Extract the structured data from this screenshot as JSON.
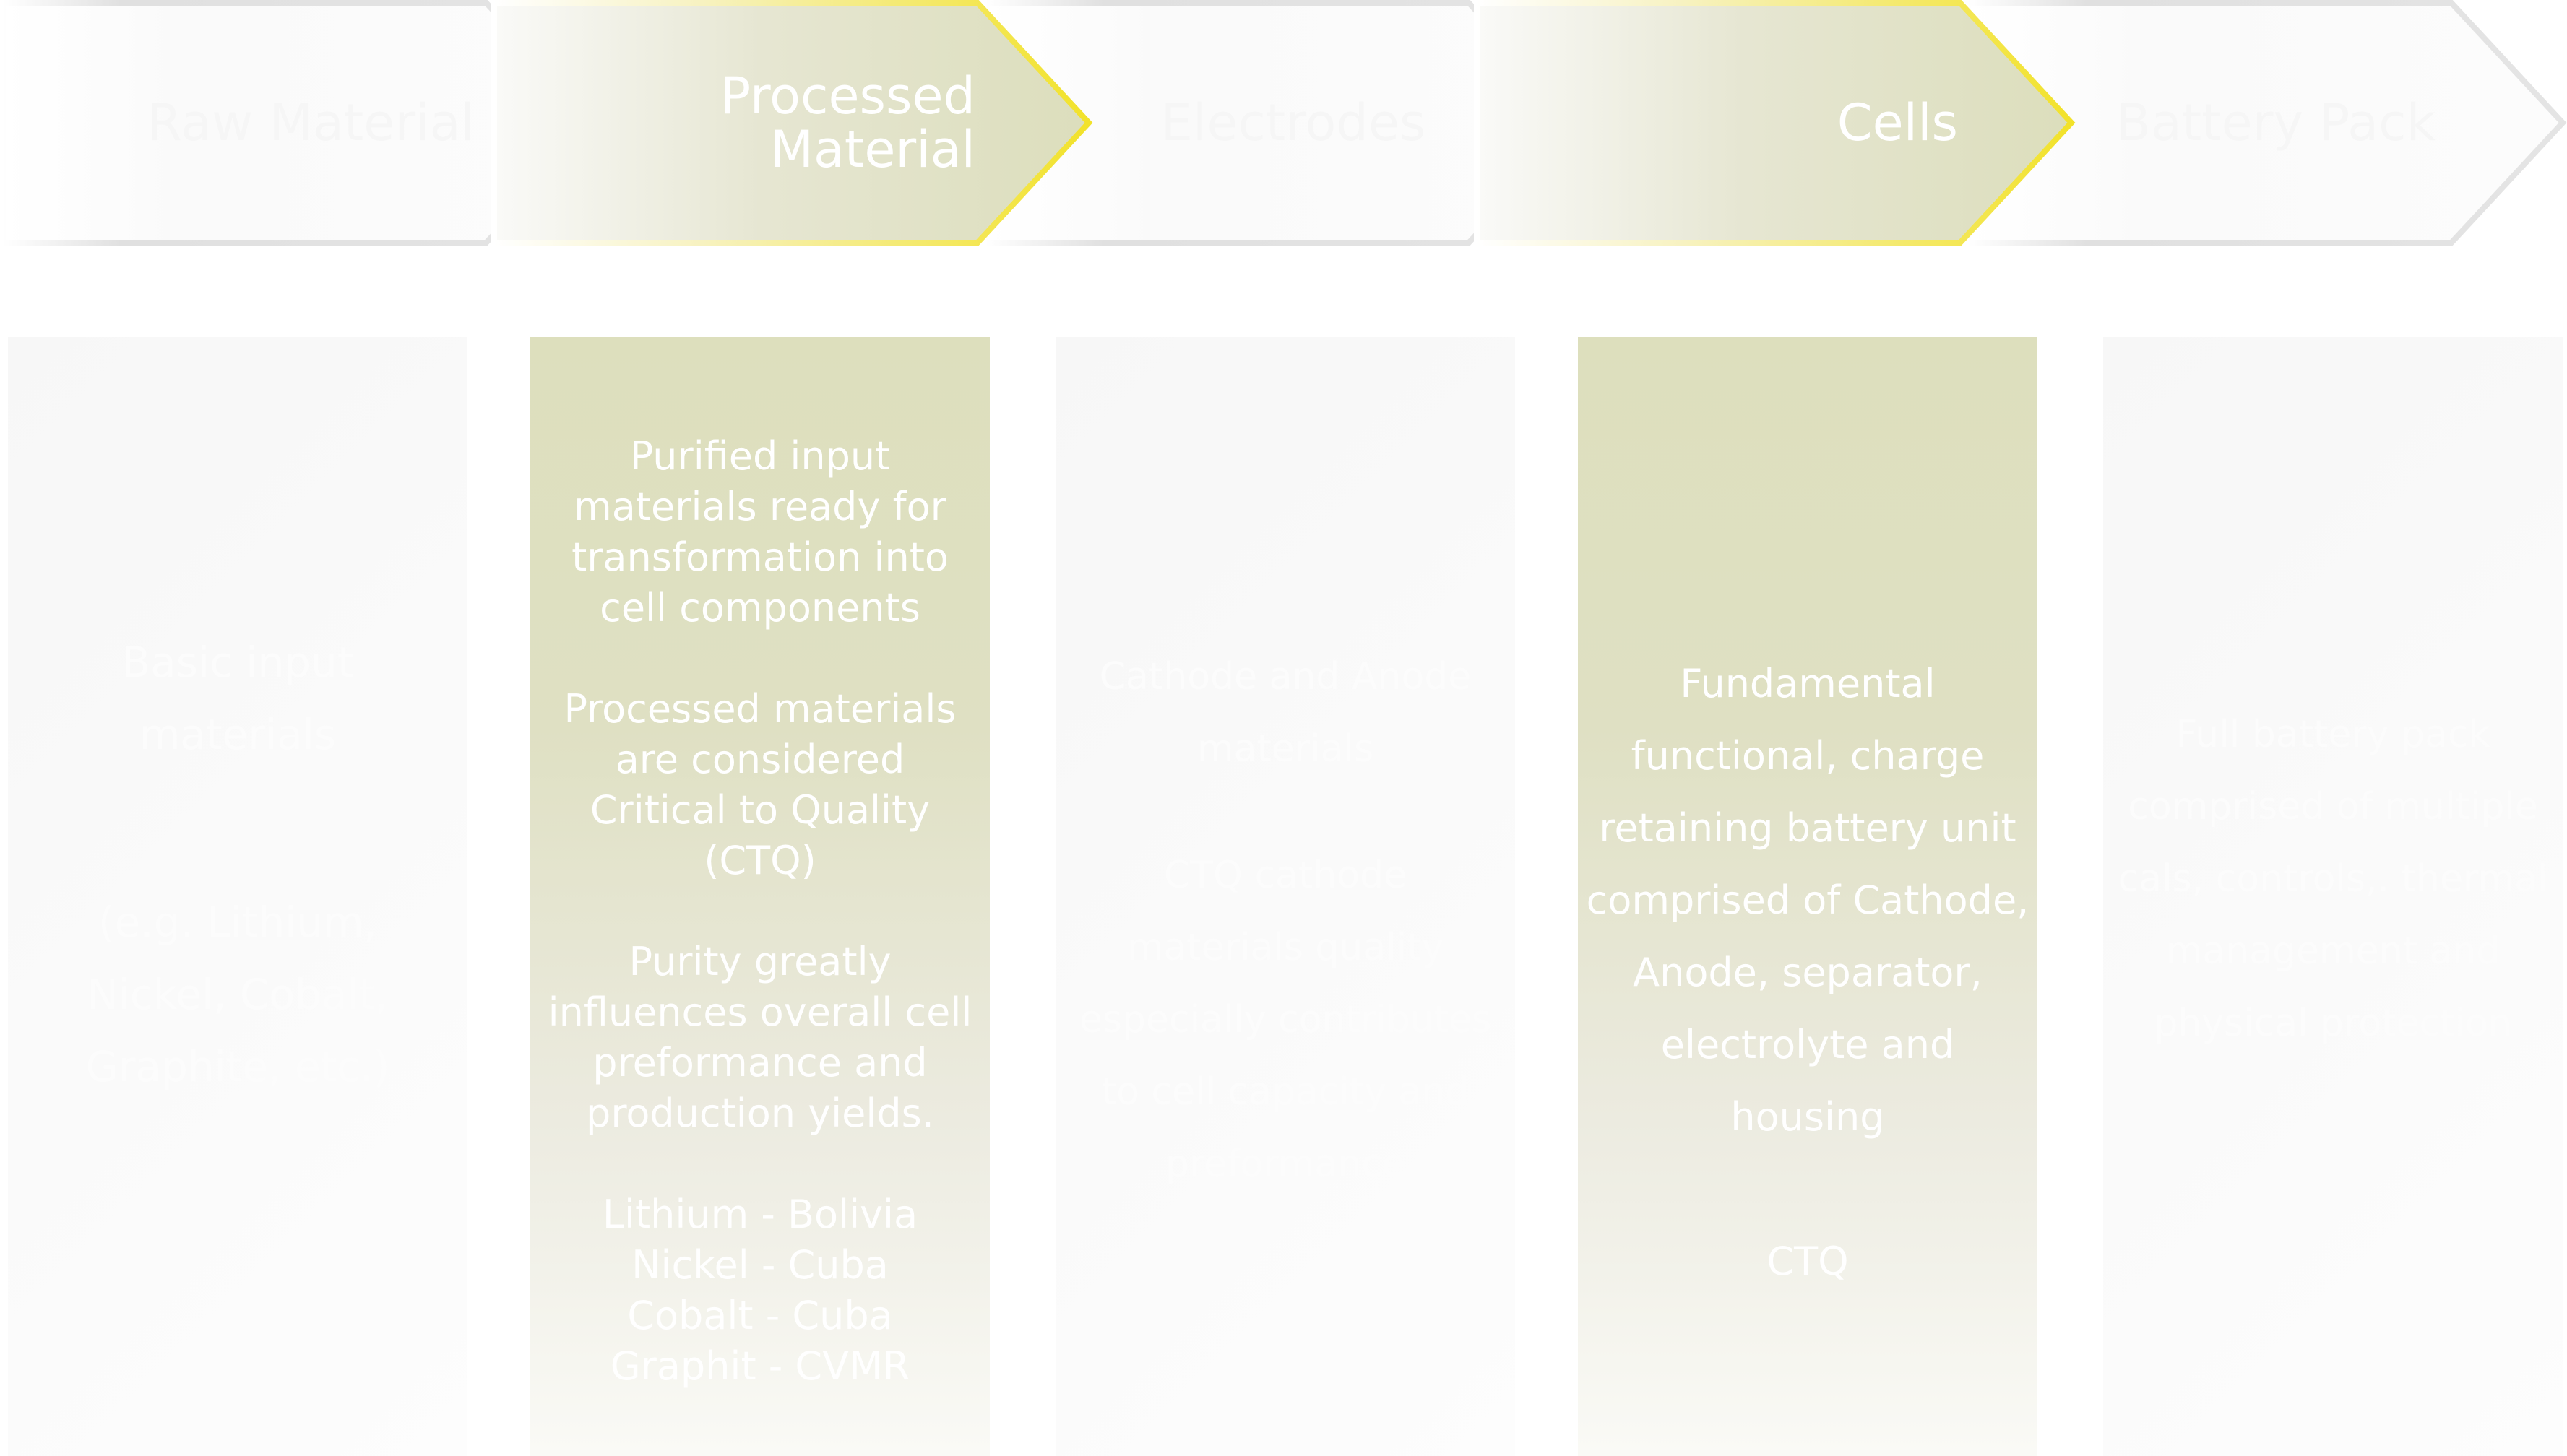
{
  "colors": {
    "highlight_fill": "#dcdebc",
    "highlight_border": "#f2e22a",
    "inactive_border": "#e2e2e2"
  },
  "stages": [
    {
      "label": "Raw Material",
      "active": false
    },
    {
      "label": "Processed Material",
      "active": true
    },
    {
      "label": "Electrodes",
      "active": false
    },
    {
      "label": "Cells",
      "active": true
    },
    {
      "label": "Battery Pack",
      "active": false
    }
  ],
  "columns": {
    "raw": {
      "p1": "Basic input materials",
      "p2": "(e.g. Lithium, Nickel, Cobalt, Graphite, etc.)"
    },
    "processed": {
      "p1": "Purified input materials ready for transformation into cell components",
      "p2": "Processed materials are considered Critical to Quality (CTQ)",
      "p3": "Purity greatly influences overall cell preformance and production yields.",
      "sources": [
        "Lithium - Bolivia",
        "Nickel - Cuba",
        "Cobalt - Cuba",
        "Graphit - CVMR"
      ]
    },
    "electrodes": {
      "p1": "Cathode and Anode materials",
      "p2": "CTQ cathode materials quality especially contributes to cell capacity and preformance"
    },
    "cells": {
      "p1": "Fundamental functional, charge retaining battery unit comprised of Cathode, Anode, separator, electrolyte and housing",
      "p2": "CTQ"
    },
    "pack": {
      "p1": "Full battery pack comprised of multiple cals, controls,. thermal management and physical protection"
    }
  }
}
